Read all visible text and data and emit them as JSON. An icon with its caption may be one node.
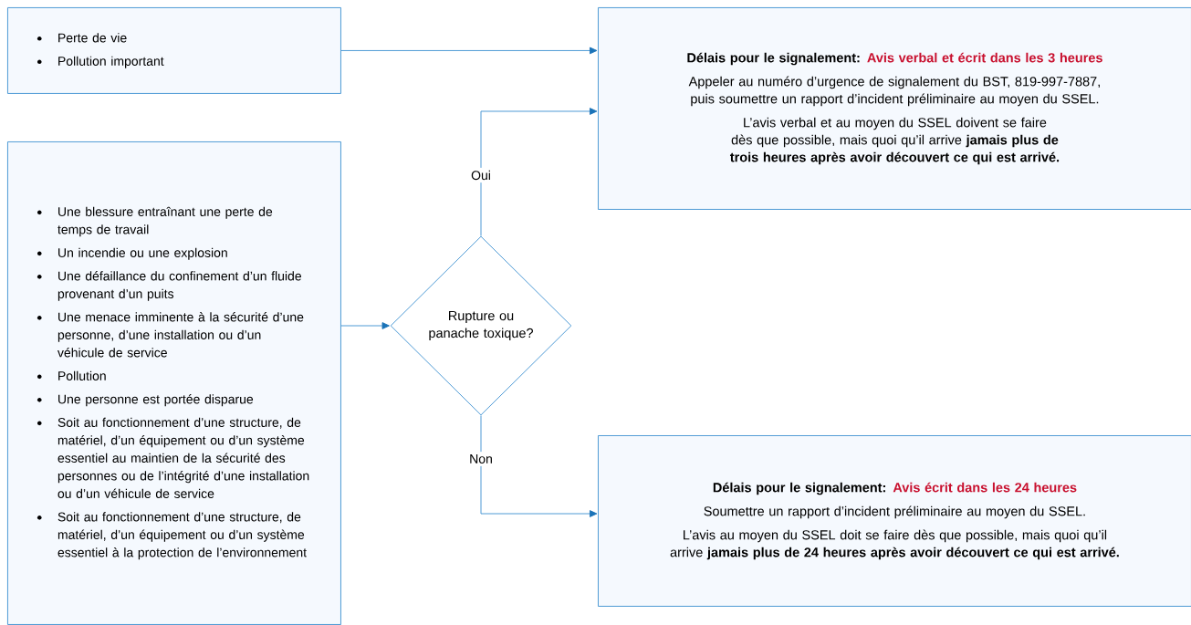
{
  "diagram": {
    "nodes": [
      {
        "text": [
          "Perte de vie",
          "Pollution important"
        ]
      },
      {
        "text": [
          "Une blessure entraînant une perte de temps de travail",
          "Un incendie ou une explosion",
          "Une défaillance du confinement d’un fluide provenant d’un puits",
          "Une menace imminente à la sécurité d’une personne, d’une installation ou d’un véhicule de service",
          "Pollution",
          "Une personne est portée disparue",
          "Soit au fonctionnement d’une structure, de matériel, d’un équipement ou d’un système essentiel au maintien de la sécurité des personnes ou de l’intégrité d’une installation ou d’un véhicule de service",
          "Soit au fonctionnement d’une structure, de matériel, d’un équipement ou d’un système essentiel à la protection de l’environnement"
        ]
      },
      {
        "text": [
          "Rupture ou panache toxique?"
        ]
      },
      {
        "text": [
          "Délais pour le signalement:",
          "Avis verbal et écrit dans les 3 heures",
          "Appeler au numéro d’urgence de signalement du BST, 819-997-7887, puis soumettre un rapport d’incident préliminaire au moyen du SSEL.",
          "L’avis verbal et au moyen du SSEL doivent se faire dès que possible, mais quoi qu’il arrive **jamais plus de trois heures après avoir découvert ce qui est arrivé.**"
        ]
      },
      {
        "text": [
          "Délais pour le signalement:",
          "Avis écrit dans les 24 heures",
          "Soumettre un rapport d’incident préliminaire au moyen du SSEL.",
          "L’avis au moyen du SSEL doit se faire dès que possible, mais quoi qu’il arrive **jamais plus de 24 heures après avoir découvert ce qui est arrivé.**"
        ]
      }
    ],
    "edges": [
      {
        "from": 0,
        "to": 3,
        "arrow": "to"
      },
      {
        "from": 1,
        "to": 2,
        "arrow": "to"
      },
      {
        "from": 2,
        "to": 3,
        "arrow": "to",
        "label": "Oui"
      },
      {
        "from": 2,
        "to": 4,
        "arrow": "to",
        "label": "Non"
      }
    ]
  }
}
